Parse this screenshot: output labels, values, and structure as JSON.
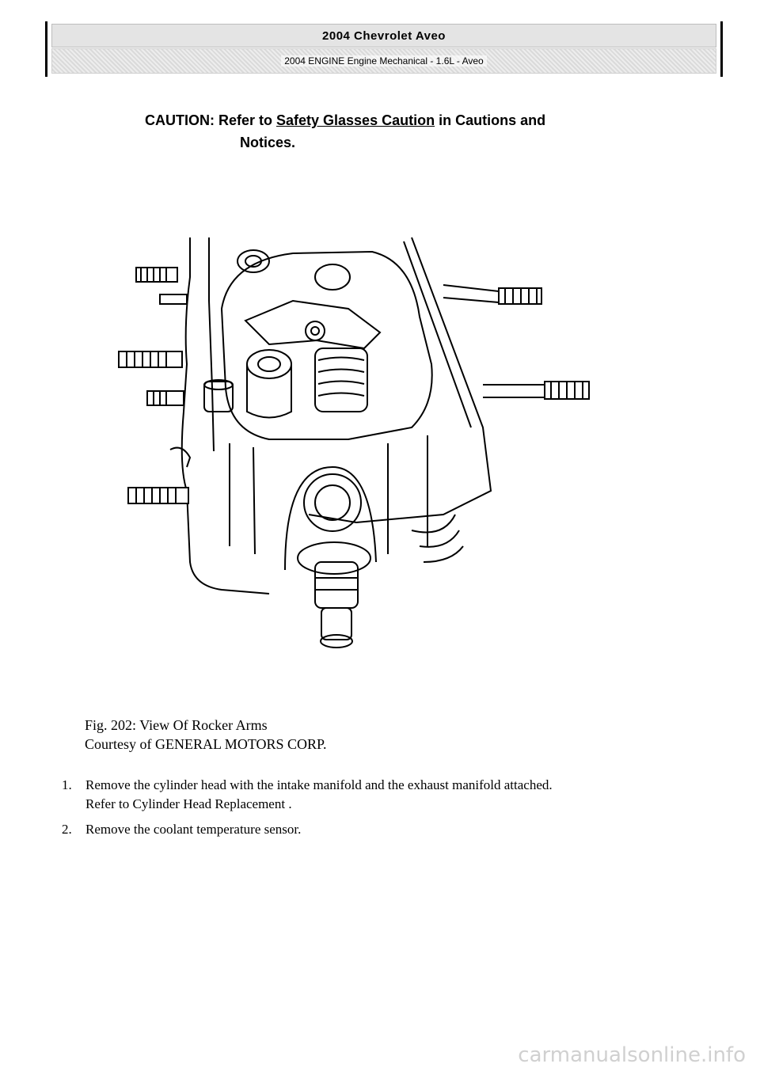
{
  "header": {
    "title": "2004 Chevrolet Aveo",
    "subtitle": "2004 ENGINE Engine Mechanical - 1.6L - Aveo"
  },
  "caution": {
    "prefix": "CAUTION: Refer to ",
    "link": "Safety Glasses Caution",
    "suffix": " in Cautions and",
    "line2": "Notices."
  },
  "figure": {
    "caption": "Fig. 202: View Of Rocker Arms",
    "courtesy": "Courtesy of GENERAL MOTORS CORP."
  },
  "steps": [
    {
      "num": "1.",
      "text": "Remove the cylinder head with the intake manifold and the exhaust manifold attached.",
      "ref": "Refer to Cylinder Head Replacement ."
    },
    {
      "num": "2.",
      "text": "Remove the coolant temperature sensor."
    }
  ],
  "watermark": "carmanualsonline.info"
}
